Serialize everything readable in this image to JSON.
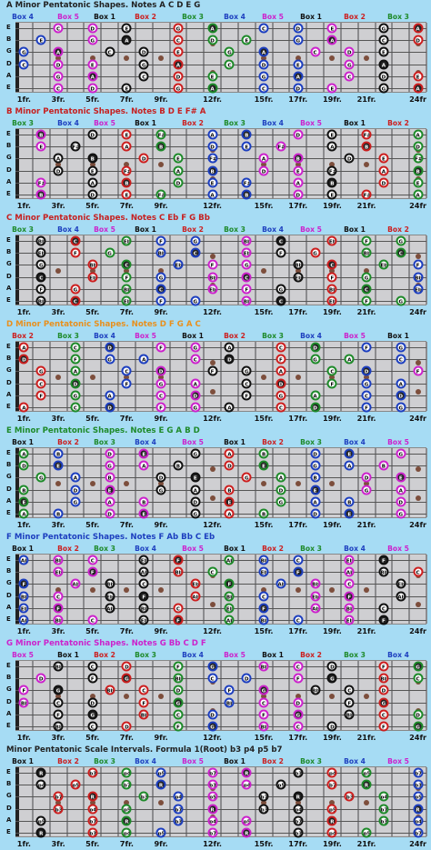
{
  "strings": [
    "E",
    "B",
    "G",
    "D",
    "A",
    "E"
  ],
  "fret_labels": [
    "1fr.",
    "3fr.",
    "5fr.",
    "7fr.",
    "9fr.",
    "12fr.",
    "15fr.",
    "17fr.",
    "19fr.",
    "21fr.",
    "24fr"
  ],
  "box_colors": {
    "Box 1": "#111111",
    "Box 2": "#cc1f1f",
    "Box 3": "#1e8a2a",
    "Box 4": "#1d3fbf",
    "Box 5": "#cc22cc"
  },
  "sections": [
    {
      "title": "A Minor Pentatonic Shapes. Notes A C D E G",
      "title_color": "#222222",
      "boxes": [
        "Box 4",
        "Box 5",
        "Box 1",
        "Box 2",
        "Box 3",
        "Box 4",
        "Box 5",
        "Box 1",
        "Box 2",
        "Box 3"
      ],
      "notes": [
        "A",
        "C",
        "D",
        "E",
        "G"
      ]
    },
    {
      "title": "B Minor Pentatonic Shapes. Notes B D E F# A",
      "title_color": "#c62020",
      "boxes": [
        "Box 3",
        "Box 4",
        "Box 5",
        "Box 1",
        "Box 2",
        "Box 3",
        "Box 4",
        "Box 5",
        "Box 1",
        "Box 2"
      ],
      "notes": [
        "B",
        "D",
        "E",
        "F#",
        "A"
      ]
    },
    {
      "title": "C Minor Pentatonic Shapes. Notes C Eb F G Bb",
      "title_color": "#c62020",
      "boxes": [
        "Box 3",
        "Box 4",
        "Box 5",
        "Box 1",
        "Box 2",
        "Box 3",
        "Box 4",
        "Box 5",
        "Box 1",
        "Box 2"
      ],
      "notes": [
        "C",
        "Eb",
        "F",
        "G",
        "Bb"
      ]
    },
    {
      "title": "D Minor Pentatonic Shapes. Notes D F G A C",
      "title_color": "#e8901e",
      "boxes": [
        "Box 2",
        "Box 3",
        "Box 4",
        "Box 5",
        "Box 1",
        "Box 2",
        "Box 3",
        "Box 4",
        "Box 5",
        "Box 1"
      ],
      "notes": [
        "D",
        "F",
        "G",
        "A",
        "C"
      ]
    },
    {
      "title": "E Minor Pentatonic Shapes. Notes E G A B D",
      "title_color": "#1e8a2a",
      "boxes": [
        "Box 1",
        "Box 2",
        "Box 3",
        "Box 4",
        "Box 5",
        "Box 1",
        "Box 2",
        "Box 3",
        "Box 4",
        "Box 5"
      ],
      "notes": [
        "E",
        "G",
        "A",
        "B",
        "D"
      ]
    },
    {
      "title": "F Minor Pentatonic Shapes. Notes F Ab Bb C Eb",
      "title_color": "#1d3fbf",
      "boxes": [
        "Box 1",
        "Box 2",
        "Box 3",
        "Box 4",
        "Box 5",
        "Box 1",
        "Box 2",
        "Box 3",
        "Box 4",
        "Box 5"
      ],
      "notes": [
        "F",
        "Ab",
        "Bb",
        "C",
        "Eb"
      ]
    },
    {
      "title": "G Minor Pentatonic Shapes. Notes G Bb C D F",
      "title_color": "#cc22cc",
      "boxes": [
        "Box 5",
        "Box 1",
        "Box 2",
        "Box 3",
        "Box 4",
        "Box 5",
        "Box 1",
        "Box 2",
        "Box 3",
        "Box 4"
      ],
      "notes": [
        "G",
        "Bb",
        "C",
        "D",
        "F"
      ]
    },
    {
      "title": "Minor Pentatonic Scale Intervals. Formula 1(Root) b3 p4 p5 b7",
      "title_color": "#222222",
      "boxes": [
        "Box 1",
        "Box 2",
        "Box 3",
        "Box 4",
        "Box 5",
        "Box 1",
        "Box 2",
        "Box 3",
        "Box 4",
        "Box 5"
      ],
      "notes": [
        "R",
        "b3",
        "p4",
        "p5",
        "b7"
      ]
    }
  ]
}
